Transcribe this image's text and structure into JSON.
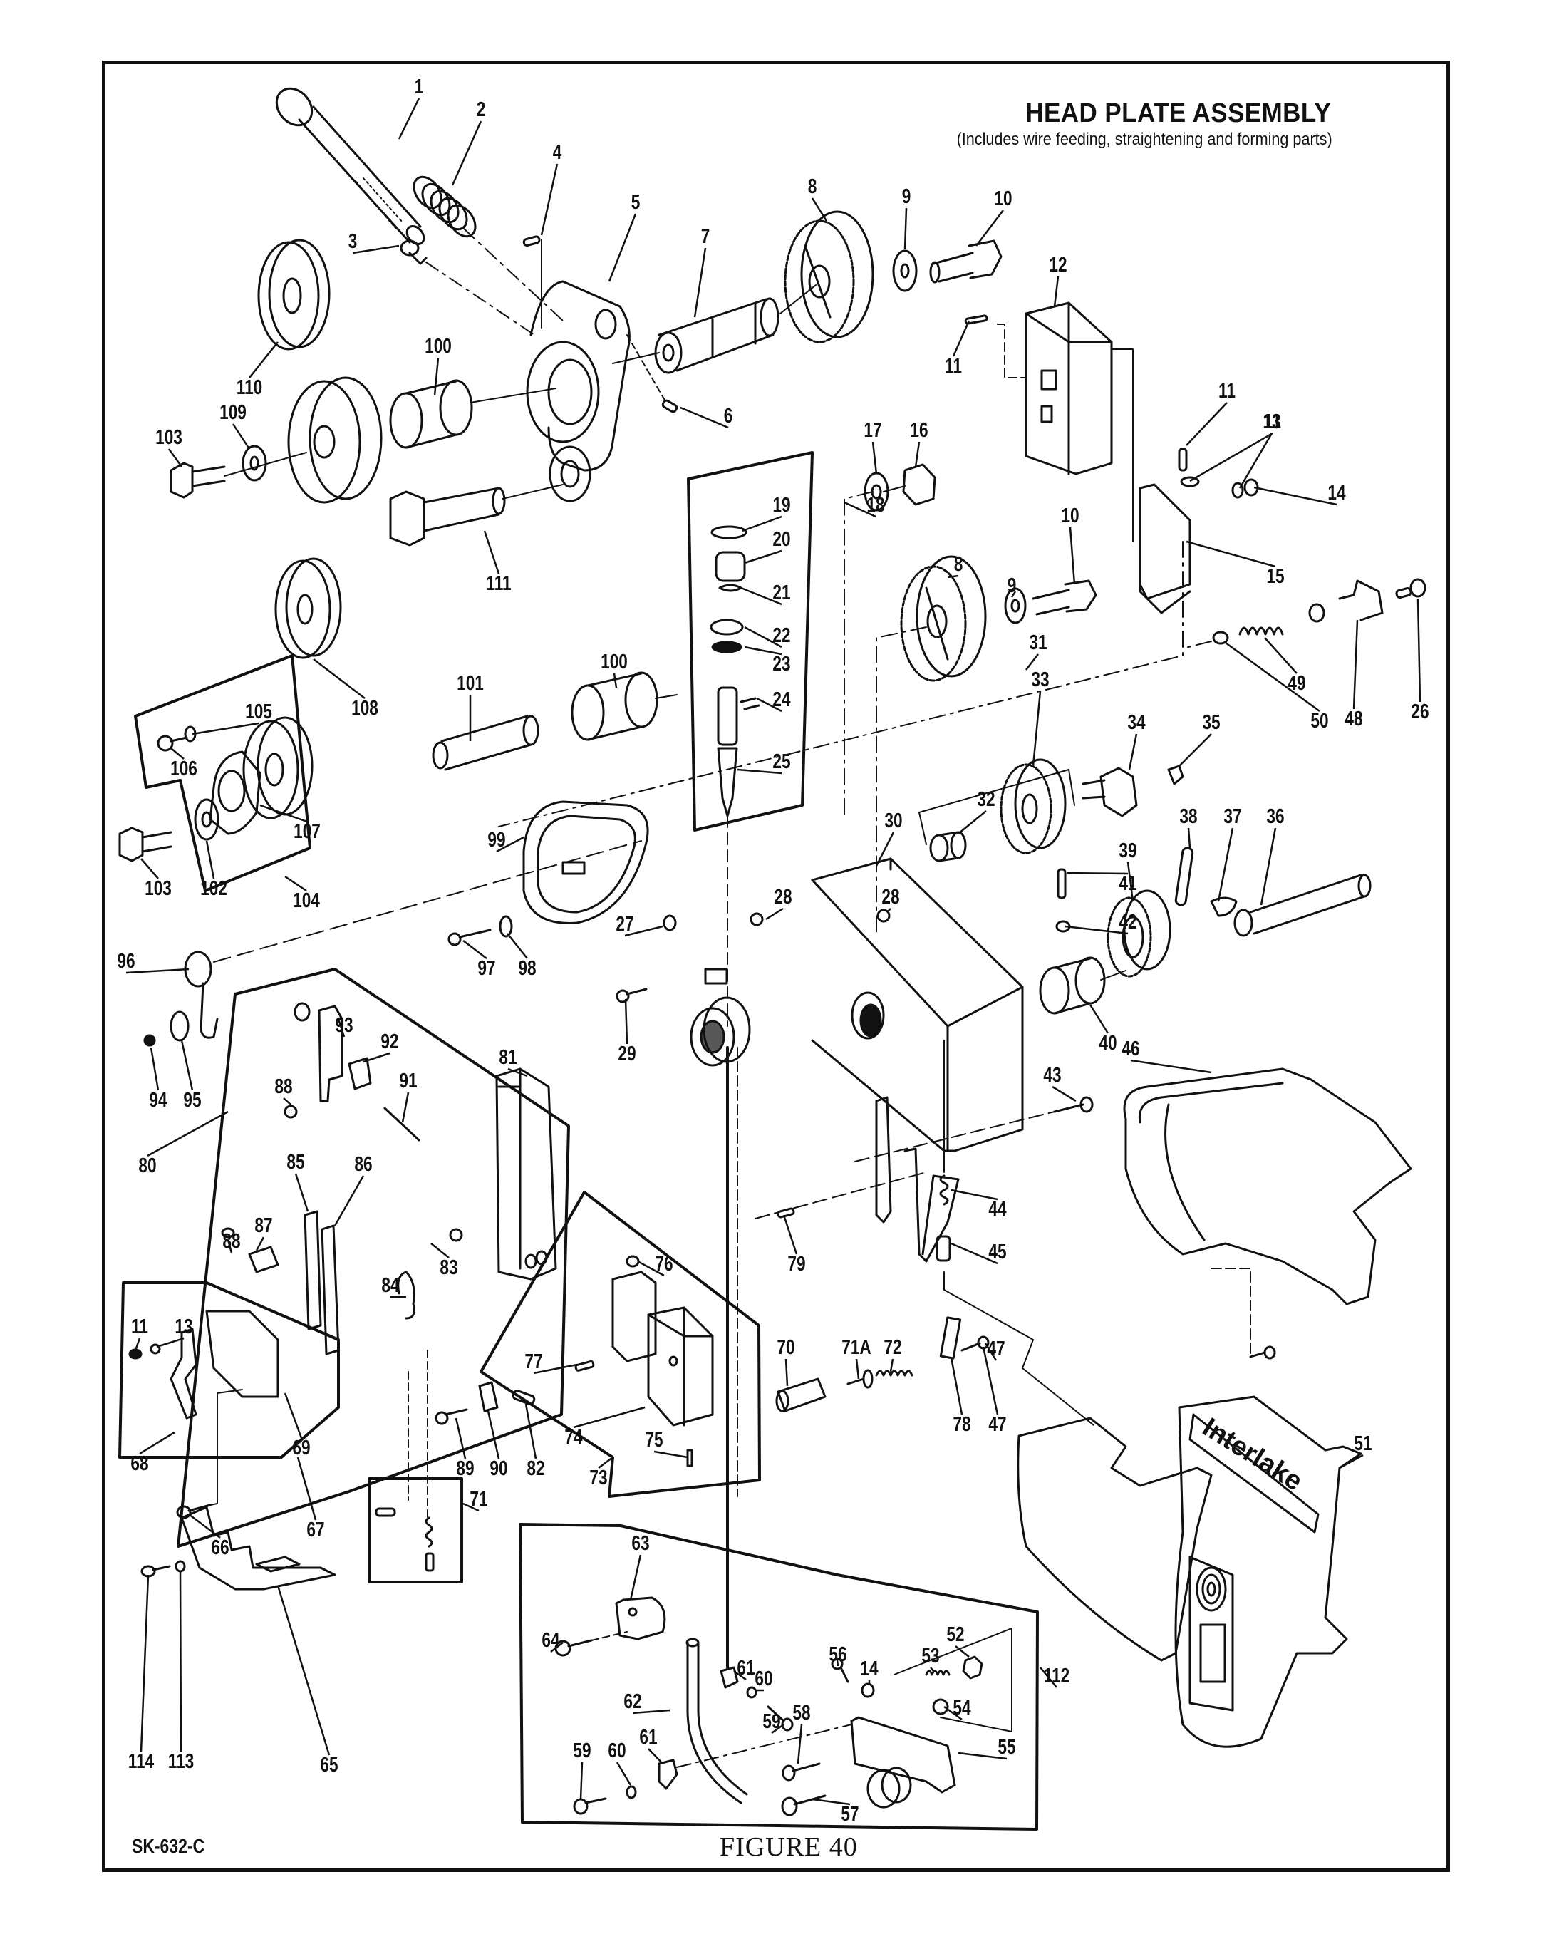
{
  "header": {
    "title": "HEAD PLATE ASSEMBLY",
    "subtitle": "(Includes wire feeding, straightening and forming parts)"
  },
  "footer": {
    "drawing_number": "SK-632-C",
    "figure_caption": "FIGURE 40"
  },
  "cover_logo_text": "Interlake",
  "callouts": [
    "1",
    "2",
    "3",
    "4",
    "5",
    "6",
    "7",
    "8",
    "9",
    "10",
    "11",
    "12",
    "11",
    "11",
    "13",
    "14",
    "15",
    "16",
    "17",
    "18",
    "19",
    "20",
    "21",
    "22",
    "23",
    "24",
    "25",
    "8",
    "9",
    "10",
    "26",
    "48",
    "49",
    "50",
    "110",
    "100",
    "109",
    "103",
    "111",
    "108",
    "105",
    "106",
    "101",
    "100",
    "107",
    "102",
    "103",
    "104",
    "99",
    "31",
    "33",
    "34",
    "35",
    "32",
    "30",
    "38",
    "37",
    "36",
    "41",
    "42",
    "39",
    "28",
    "28",
    "27",
    "96",
    "97",
    "98",
    "93",
    "92",
    "29",
    "40",
    "81",
    "88",
    "91",
    "94",
    "95",
    "80",
    "85",
    "86",
    "43",
    "46",
    "88",
    "87",
    "83",
    "84",
    "76",
    "79",
    "44",
    "45",
    "13",
    "11",
    "77",
    "70",
    "71A",
    "72",
    "47",
    "74",
    "69",
    "68",
    "89",
    "90",
    "82",
    "75",
    "78",
    "47",
    "73",
    "51",
    "66",
    "67",
    "71",
    "63",
    "64",
    "53",
    "52",
    "56",
    "61",
    "60",
    "14",
    "54",
    "112",
    "62",
    "59",
    "58",
    "59",
    "60",
    "61",
    "55",
    "114",
    "113",
    "65",
    "57"
  ],
  "parts_referenced": [
    1,
    2,
    3,
    4,
    5,
    6,
    7,
    8,
    9,
    10,
    11,
    12,
    13,
    14,
    15,
    16,
    17,
    18,
    19,
    20,
    21,
    22,
    23,
    24,
    25,
    26,
    27,
    28,
    29,
    30,
    31,
    32,
    33,
    34,
    35,
    36,
    37,
    38,
    39,
    40,
    41,
    42,
    43,
    44,
    45,
    46,
    47,
    48,
    49,
    50,
    51,
    52,
    53,
    54,
    55,
    56,
    57,
    58,
    59,
    60,
    61,
    62,
    63,
    64,
    65,
    66,
    67,
    68,
    69,
    70,
    "71",
    "71A",
    72,
    73,
    74,
    75,
    76,
    77,
    78,
    79,
    80,
    81,
    82,
    83,
    84,
    85,
    86,
    87,
    88,
    89,
    90,
    91,
    92,
    93,
    94,
    95,
    96,
    97,
    98,
    99,
    100,
    101,
    102,
    103,
    104,
    105,
    106,
    107,
    108,
    109,
    110,
    111,
    112,
    113,
    114
  ]
}
